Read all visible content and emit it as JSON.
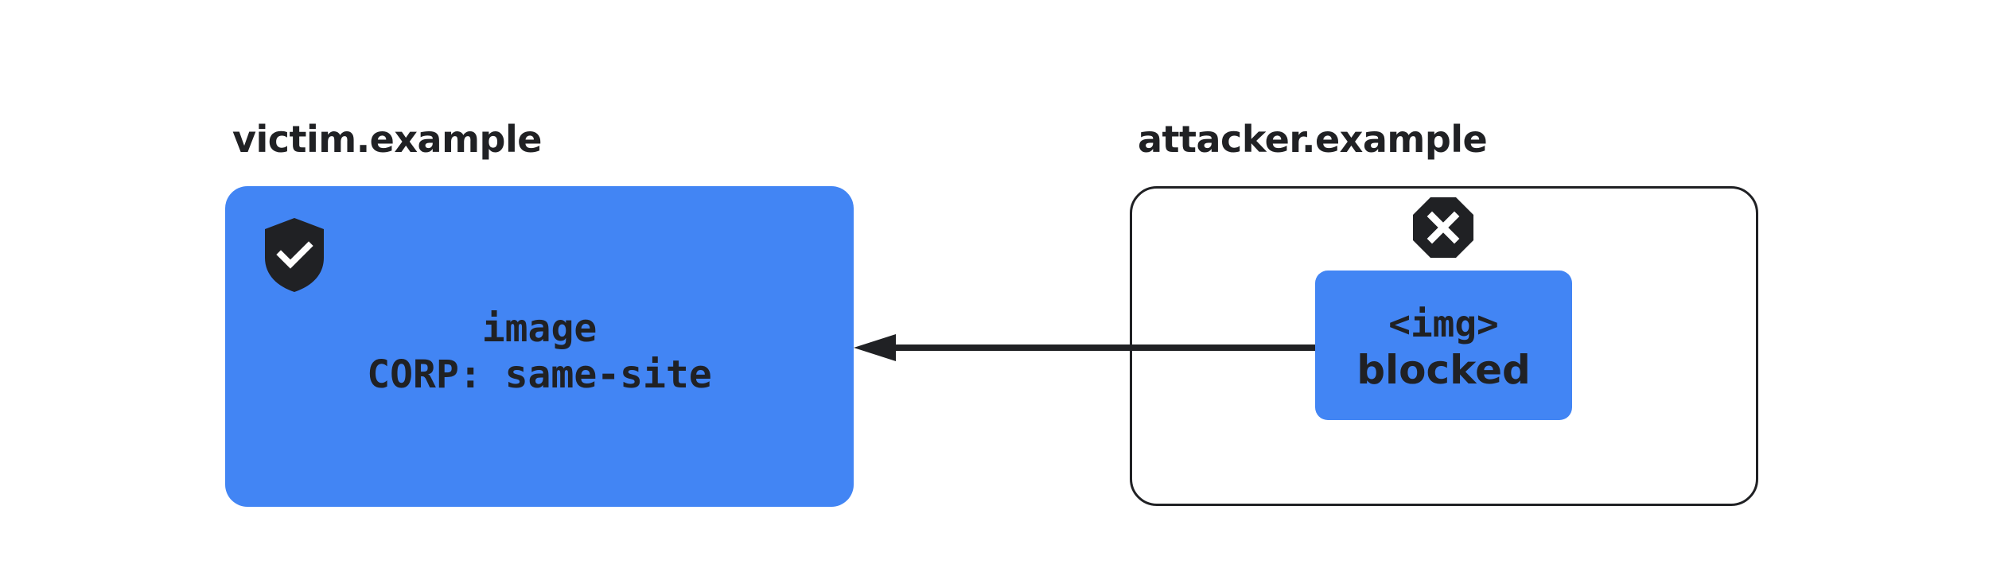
{
  "victim": {
    "site_label": "victim.example",
    "resource_name": "image",
    "corp_header": "CORP: same-site",
    "status_icon": "shield-check-icon",
    "box_color": "#4285f4"
  },
  "attacker": {
    "site_label": "attacker.example",
    "request_tag": "<img>",
    "request_status": "blocked",
    "status_icon": "blocked-x-octagon-icon",
    "box_color": "#4285f4"
  },
  "connection": {
    "direction": "attacker-to-victim",
    "color": "#202124"
  }
}
